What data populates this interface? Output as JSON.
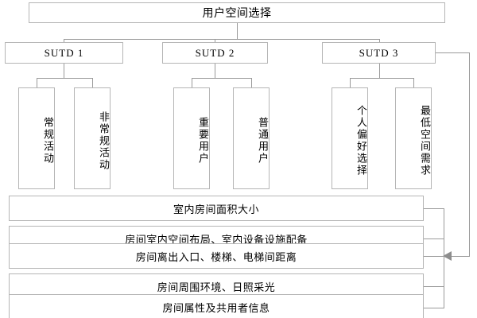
{
  "diagram": {
    "title": "用户空间选择",
    "root": {
      "label": "用户空间选择"
    },
    "level2": [
      {
        "label": "SUTD 1"
      },
      {
        "label": "SUTD 2"
      },
      {
        "label": "SUTD 3"
      }
    ],
    "leaves": [
      {
        "label": "常规活动",
        "parent": "SUTD 1"
      },
      {
        "label": "非常规活动",
        "parent": "SUTD 1"
      },
      {
        "label": "重要用户",
        "parent": "SUTD 2"
      },
      {
        "label": "普通用户",
        "parent": "SUTD 2"
      },
      {
        "label": "个人偏好选择",
        "parent": "SUTD 3"
      },
      {
        "label": "最低空间需求",
        "parent": "SUTD 3"
      }
    ],
    "attributes": [
      {
        "label": "室内房间面积大小"
      },
      {
        "label": "房间室内空间布局、室内设备设施配备"
      },
      {
        "label": "房间离出入口、楼梯、电梯间距离"
      },
      {
        "label": "房间周围环境、日照采光"
      },
      {
        "label": "房间属性及共用者信息"
      }
    ],
    "colors": {
      "box_border": "#b5b5b5",
      "connector": "#9a9a9a",
      "arrow": "#8d8d8d",
      "background": "#ffffff",
      "text": "#000000"
    }
  }
}
